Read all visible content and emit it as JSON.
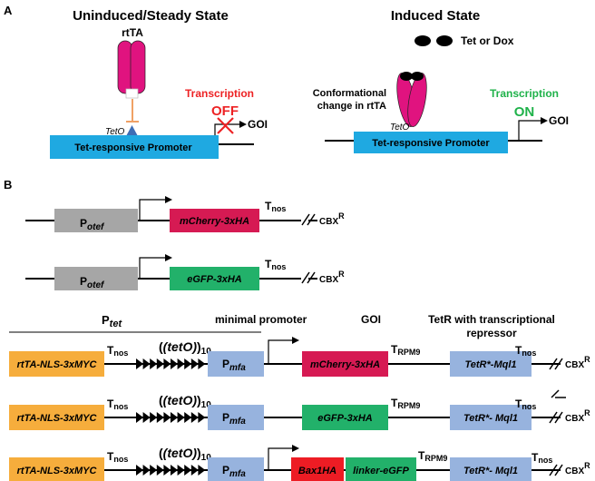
{
  "panel_a": {
    "letter": "A",
    "left": {
      "title": "Uninduced/Steady State",
      "protein": "rtTA",
      "operator": "TetO",
      "promoter": "Tet-responsive Promoter",
      "transcription_label": "Transcription",
      "transcription_state": "OFF",
      "goi": "GOI"
    },
    "right": {
      "title": "Induced State",
      "ligand": "Tet or Dox",
      "conformation_line1": "Conformational",
      "conformation_line2": "change in rtTA",
      "operator": "TetO",
      "promoter": "Tet-responsive Promoter",
      "transcription_label": "Transcription",
      "transcription_state": "ON",
      "goi": "GOI"
    }
  },
  "panel_b": {
    "letter": "B",
    "constitutive": [
      {
        "promoter_main": "P",
        "promoter_sub": "otef",
        "gene": "mCherry-3xHA",
        "terminator_main": "T",
        "terminator_sub": "nos",
        "marker_main": "CBX",
        "marker_sup": "R"
      },
      {
        "promoter_main": "P",
        "promoter_sub": "otef",
        "gene": "eGFP-3xHA",
        "terminator_main": "T",
        "terminator_sub": "nos",
        "marker_main": "CBX",
        "marker_sup": "R"
      }
    ],
    "headers": {
      "ptet_main": "P",
      "ptet_sub": "tet",
      "minimal_promoter": "minimal promoter",
      "goi": "GOI",
      "tetr_line1": "TetR with transcriptional",
      "tetr_line2": "repressor"
    },
    "inducible": [
      {
        "activator": "rtTA-NLS-3xMYC",
        "t1_main": "T",
        "t1_sub": "nos",
        "teto": "(tetO)",
        "teto_sub": "10",
        "pmfa_main": "P",
        "pmfa_sub": "mfa",
        "genes": [
          "mCherry-3xHA"
        ],
        "t2_main": "T",
        "t2_sub": "RPM9",
        "repressor": "TetR*-Mql1",
        "t3_main": "T",
        "t3_sub": "nos",
        "marker_main": "CBX",
        "marker_sup": "R"
      },
      {
        "activator": "rtTA-NLS-3xMYC",
        "t1_main": "T",
        "t1_sub": "nos",
        "teto": "(tetO)",
        "teto_sub": "10",
        "pmfa_main": "P",
        "pmfa_sub": "mfa",
        "genes": [
          "eGFP-3xHA"
        ],
        "t2_main": "T",
        "t2_sub": "RPM9",
        "repressor": "TetR*- Mql1",
        "t3_main": "T",
        "t3_sub": "nos",
        "marker_main": "CBX",
        "marker_sup": "R"
      },
      {
        "activator": "rtTA-NLS-3xMYC",
        "t1_main": "T",
        "t1_sub": "nos",
        "teto": "(tetO)",
        "teto_sub": "10",
        "pmfa_main": "P",
        "pmfa_sub": "mfa",
        "genes": [
          "Bax1HA",
          "linker-eGFP"
        ],
        "t2_main": "T",
        "t2_sub": "RPM9",
        "repressor": "TetR*- Mql1",
        "t3_main": "T",
        "t3_sub": "nos",
        "marker_main": "CBX",
        "marker_sup": "R"
      }
    ]
  },
  "colors": {
    "promoter_blue": "#1fa9e1",
    "rtta_magenta": "#e0137f",
    "mcherry": "#d61a53",
    "egfp": "#22b16a",
    "otef_gray": "#a6a6a6",
    "activator_orange": "#f6ad3c",
    "pmfa_lightblue": "#97b3de",
    "bax_red": "#ed1c24",
    "off_red": "#ed2224",
    "on_green": "#1fb24a",
    "inhibit_orange": "#f0a165",
    "teto_blue": "#3d6db5"
  },
  "icons": {
    "rtta": "rtta-protein-icon",
    "ligand": "tet-dox-molecule-icon",
    "teto": "teto-triangle-icon",
    "off_cross": "x-cross-icon",
    "arrow": "transcription-start-arrow-icon"
  }
}
